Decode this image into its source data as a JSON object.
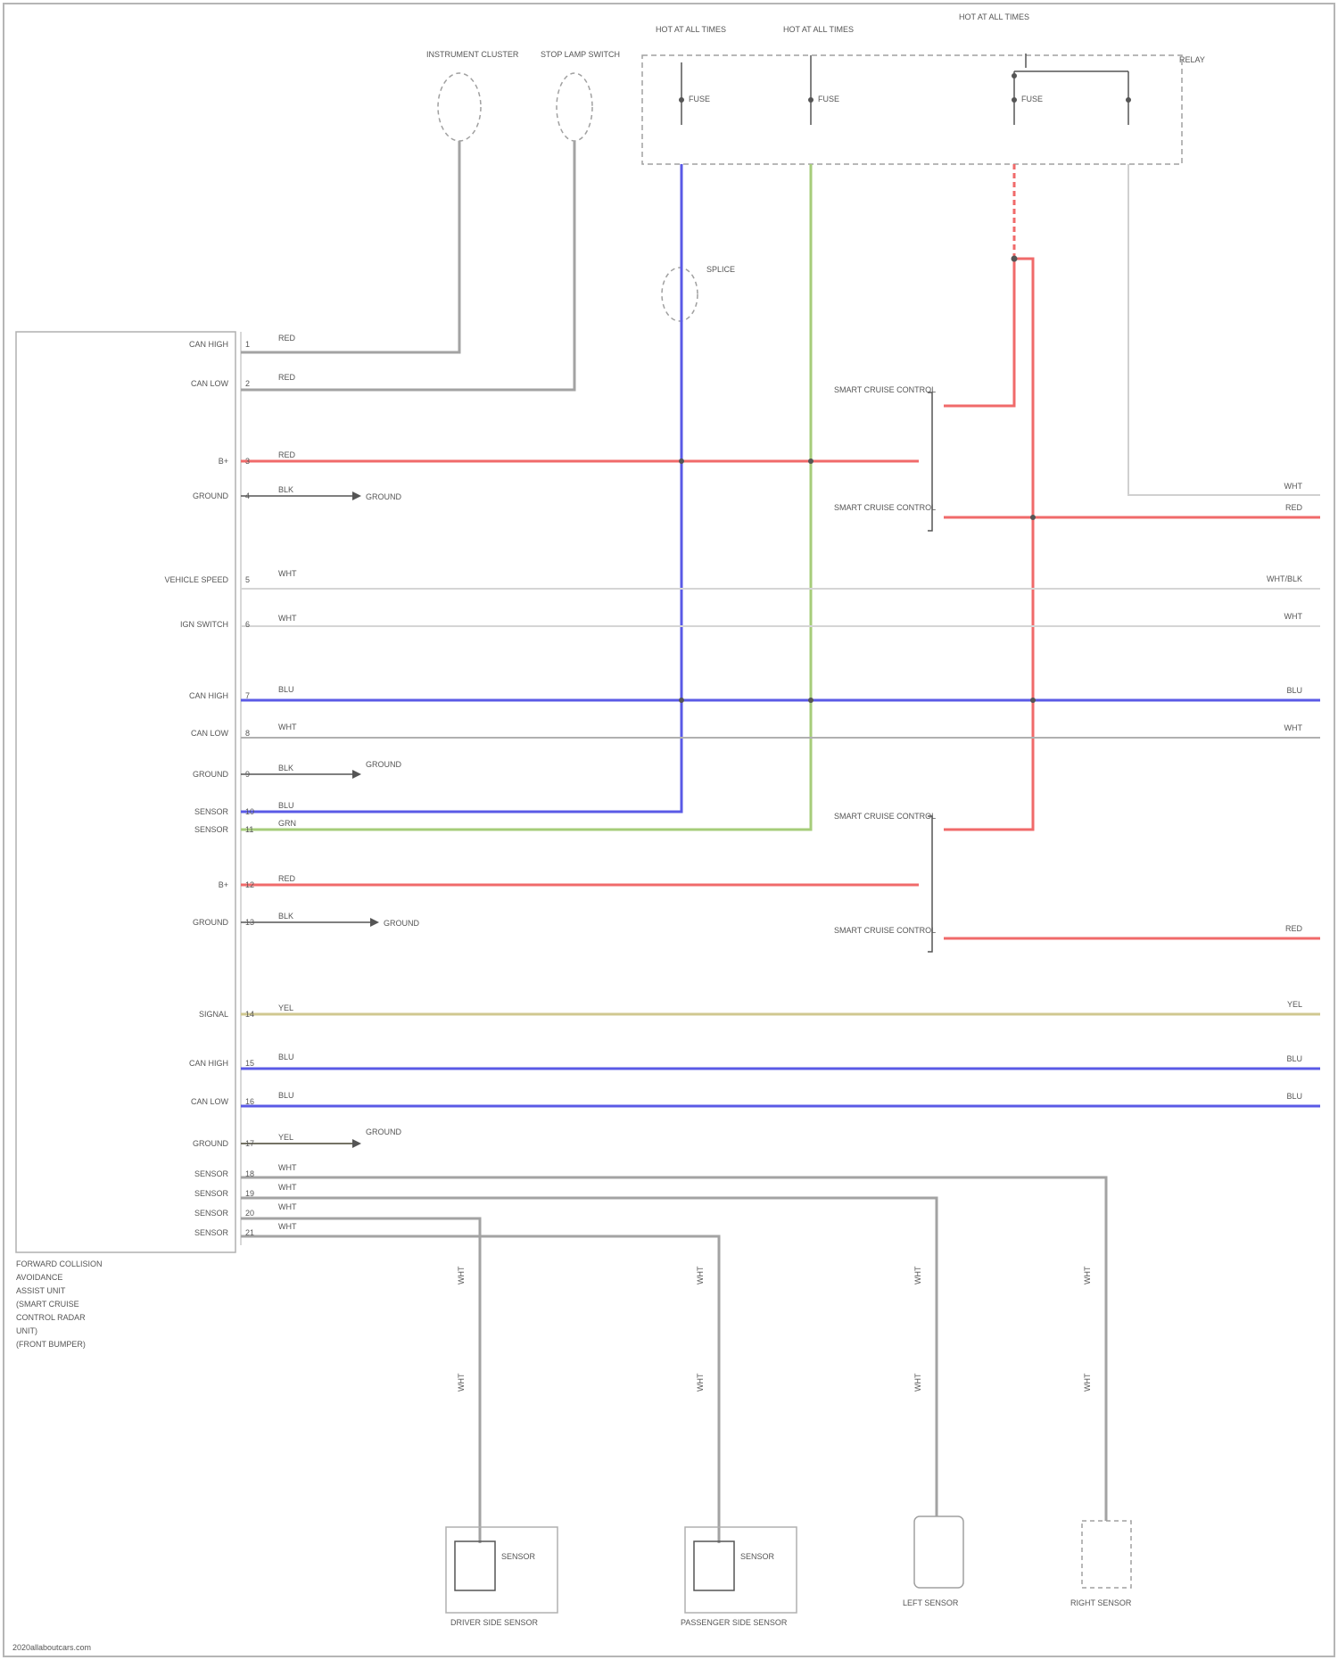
{
  "colors": {
    "red": "#f06a6a",
    "blue": "#5a5ae6",
    "gray": "#a3a3a3",
    "green": "#a6cc7a",
    "olive": "#d0c890",
    "dark": "#555555",
    "dashed_box": "#a0a0a0"
  },
  "top": {
    "fuse_labels": [
      "HOT AT ALL TIMES",
      "HOT AT ALL TIMES",
      "HOT AT ALL TIMES"
    ],
    "fuse_sublabels": [
      "FUSE",
      "FUSE",
      "FUSE"
    ],
    "relay_label": "RELAY",
    "devices": [
      "INSTRUMENT CLUSTER",
      "STOP LAMP SWITCH"
    ],
    "splice_label": "SPLICE"
  },
  "module": {
    "title_lines": [
      "FORWARD COLLISION",
      "AVOIDANCE",
      "ASSIST UNIT",
      "(SMART CRUISE",
      "CONTROL RADAR",
      "UNIT)",
      "(FRONT BUMPER)"
    ],
    "pins": [
      {
        "label": "CAN HIGH",
        "wire": "RED"
      },
      {
        "label": "CAN LOW",
        "wire": "RED"
      },
      {
        "label": "B+",
        "wire": "RED"
      },
      {
        "label": "GROUND",
        "wire": "BLK"
      },
      {
        "label": "VEHICLE SPEED",
        "wire": "WHT"
      },
      {
        "label": "IGN SWITCH",
        "wire": "WHT"
      },
      {
        "label": "CAN HIGH",
        "wire": "BLU"
      },
      {
        "label": "CAN LOW",
        "wire": "WHT"
      },
      {
        "label": "GROUND",
        "wire": "BLK"
      },
      {
        "label": "SENSOR",
        "wire": "BLU"
      },
      {
        "label": "SENSOR",
        "wire": "GRN"
      },
      {
        "label": "B+",
        "wire": "RED"
      },
      {
        "label": "GROUND",
        "wire": "BLK"
      },
      {
        "label": "SIGNAL",
        "wire": "YEL"
      },
      {
        "label": "CAN HIGH",
        "wire": "BLU"
      },
      {
        "label": "CAN LOW",
        "wire": "BLU"
      },
      {
        "label": "GROUND",
        "wire": "YEL"
      },
      {
        "label": "SENSOR",
        "wire": "WHT"
      },
      {
        "label": "SENSOR",
        "wire": "WHT"
      },
      {
        "label": "SENSOR",
        "wire": "WHT"
      },
      {
        "label": "SENSOR",
        "wire": "WHT"
      }
    ]
  },
  "connectors": [
    {
      "label": "SMART CRUISE CONTROL",
      "wire": "RED"
    },
    {
      "label": "SMART CRUISE CONTROL",
      "wire": "RED"
    },
    {
      "label": "SMART CRUISE CONTROL",
      "wire": "RED"
    },
    {
      "label": "SMART CRUISE CONTROL",
      "wire": "RED"
    }
  ],
  "grounds": [
    "GROUND",
    "GROUND",
    "GROUND",
    "GROUND"
  ],
  "right_wires": [
    "WHT",
    "RED",
    "WHT/BLK",
    "WHT",
    "BLU",
    "WHT",
    "RED",
    "YEL",
    "BLU",
    "BLU"
  ],
  "bottom": {
    "components": [
      {
        "name": "DRIVER SIDE SENSOR",
        "part": "SENSOR"
      },
      {
        "name": "PASSENGER SIDE SENSOR",
        "part": "SENSOR"
      },
      {
        "name": "LEFT SENSOR",
        "part": ""
      },
      {
        "name": "RIGHT SENSOR",
        "part": ""
      }
    ],
    "wire_label": "WHT"
  },
  "footer": "2020allaboutcars.com"
}
